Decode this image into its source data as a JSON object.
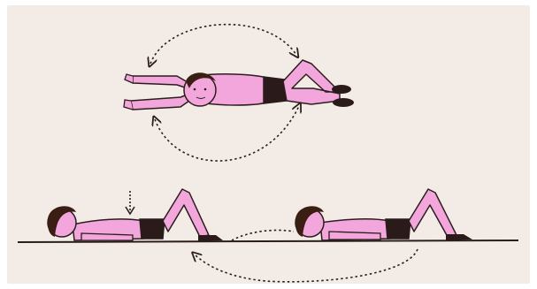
{
  "image": {
    "kind": "exercise-illustration",
    "figures": [
      "rotating-figure-top",
      "lying-figure-left",
      "lying-figure-right"
    ],
    "colors": {
      "background": "#f3ece6",
      "skin": "#f3a6dc",
      "outline": "#2b1d1d",
      "hair": "#3a1e14",
      "shorts": "#2a1a1a",
      "arrow": "#2b1d1d"
    }
  }
}
